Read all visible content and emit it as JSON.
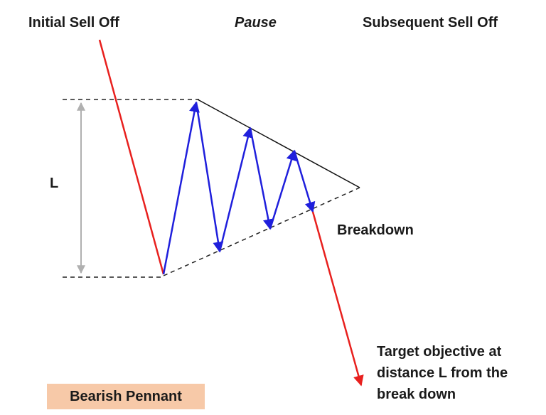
{
  "labels": {
    "initial_sell_off": "Initial Sell Off",
    "pause": "Pause",
    "subsequent_sell_off": "Subsequent Sell Off",
    "length": "L",
    "breakdown": "Breakdown",
    "target_line1": "Target objective at",
    "target_line2": "distance L from the",
    "target_line3": "break down",
    "pattern_name": "Bearish Pennant"
  },
  "colors": {
    "sell_off": "#e8201e",
    "pause_swings": "#1f1fdc",
    "measure": "#b0b0b0",
    "trendline": "#111111",
    "pattern_box": "#f7c9a8"
  }
}
